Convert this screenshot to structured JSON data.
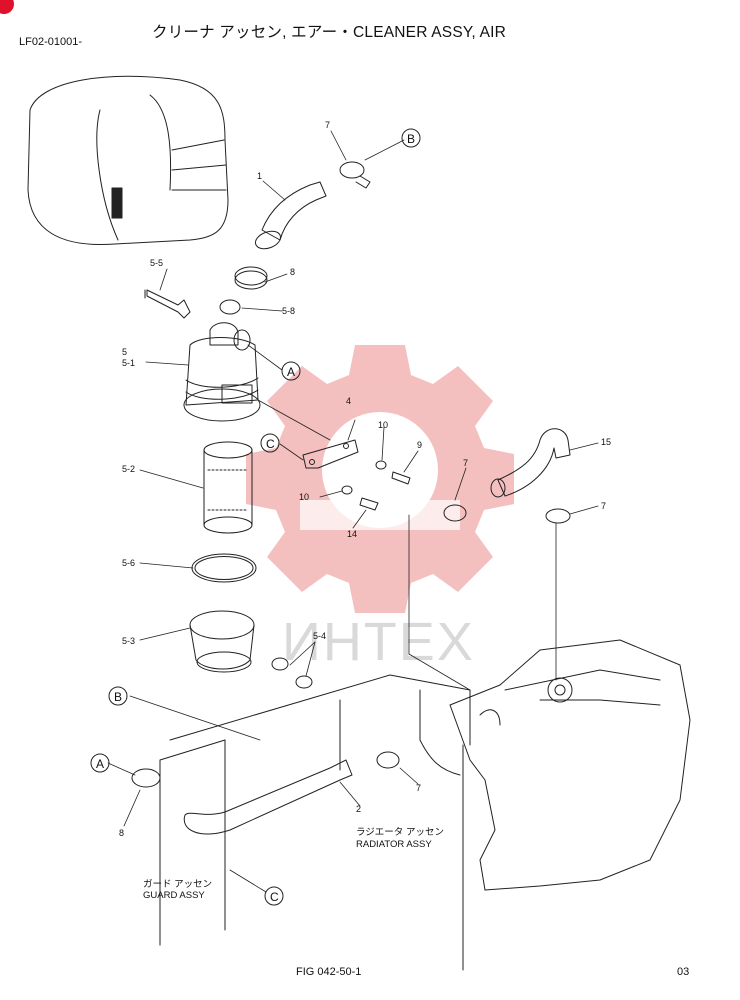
{
  "header": {
    "title": "クリーナ アッセン, エアー・CLEANER ASSY, AIR",
    "doc_id": "LF02-01001-"
  },
  "footer": {
    "figure": "FIG 042-50-1",
    "page": "03"
  },
  "watermark": {
    "text": "ИНТЕХ",
    "color": "#f3a7a7"
  },
  "accent_color": "#e0112b",
  "callouts": [
    "1",
    "2",
    "4",
    "5",
    "5-1",
    "5-2",
    "5-3",
    "5-4",
    "5-5",
    "5-6",
    "5-8",
    "7",
    "7",
    "7",
    "7",
    "8",
    "8",
    "9",
    "10",
    "10",
    "14",
    "15"
  ],
  "refs": [
    "A",
    "A",
    "B",
    "B",
    "C",
    "C"
  ],
  "labels": {
    "radiator_jp": "ラジエータ アッセン",
    "radiator_en": "RADIATOR ASSY",
    "guard_jp": "ガード アッセン",
    "guard_en": "GUARD ASSY"
  }
}
